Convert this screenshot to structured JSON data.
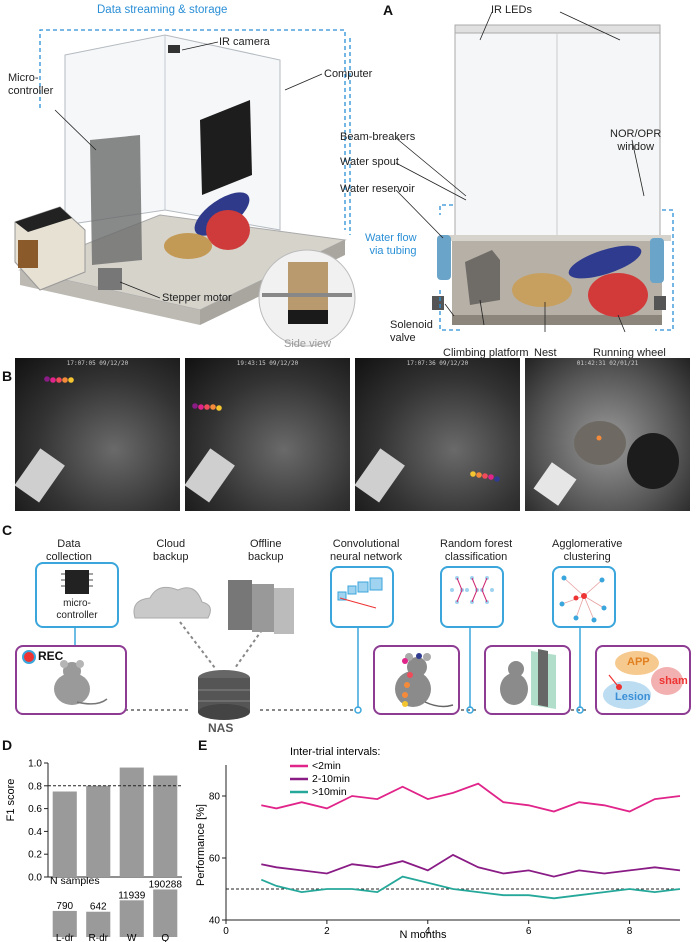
{
  "panel_a": {
    "label": "A",
    "data_streaming": "Data streaming & storage",
    "ir_camera": "IR camera",
    "microcontroller": "Micro-\ncontroller",
    "computer": "Computer",
    "stepper_motor": "Stepper motor",
    "side_view": "Side view",
    "ir_leds": "IR LEDs",
    "beam_breakers": "Beam-breakers",
    "water_spout": "Water spout",
    "water_reservoir": "Water reservoir",
    "water_flow": "Water flow\nvia tubing",
    "nor_opr": "NOR/OPR\nwindow",
    "solenoid": "Solenoid\nvalve",
    "climbing_platform": "Climbing platform",
    "nest": "Nest",
    "running_wheel": "Running wheel"
  },
  "panel_b": {
    "label": "B",
    "timestamps": [
      "17:07:05 09/12/20",
      "19:43:15 09/12/20",
      "17:07:36 09/12/20",
      "01:42:31 02/01/21"
    ]
  },
  "panel_c": {
    "label": "C",
    "data_collection": "Data\ncollection",
    "cloud_backup": "Cloud\nbackup",
    "offline_backup": "Offline\nbackup",
    "cnn": "Convolutional\nneural network",
    "random_forest": "Random forest\nclassification",
    "agglomerative": "Agglomerative\nclustering",
    "micro_controller": "micro-\ncontroller",
    "rec": "REC",
    "nas": "NAS",
    "app": "APP",
    "sham": "sham",
    "lesion": "Lesion"
  },
  "panel_d": {
    "label": "D",
    "ylabel": "F1 score",
    "n_samples_label": "N samples",
    "categories": [
      "L-dr",
      "R-dr",
      "W",
      "Q"
    ],
    "f1": [
      0.75,
      0.8,
      0.96,
      0.89
    ],
    "n_samples": [
      "790",
      "642",
      "11939",
      "190288"
    ],
    "threshold": 0.8,
    "yticks": [
      "0.0",
      "0.2",
      "0.4",
      "0.6",
      "0.8",
      "1.0"
    ],
    "bar_color": "#9a9a9a"
  },
  "panel_e": {
    "label": "E",
    "legend_title": "Inter-trial intervals:",
    "series": [
      {
        "name": "<2min",
        "color": "#e0248a"
      },
      {
        "name": "2-10min",
        "color": "#8a1c86"
      },
      {
        "name": ">10min",
        "color": "#25a89a"
      }
    ],
    "xlabel": "N months",
    "ylabel": "Performance [%]",
    "xticks": [
      "0",
      "2",
      "4",
      "6",
      "8"
    ],
    "yticks": [
      "40",
      "60",
      "80"
    ],
    "chance": 50
  },
  "chart_data": [
    {
      "type": "bar",
      "categories": [
        "L-dr",
        "R-dr",
        "W",
        "Q"
      ],
      "values": [
        0.75,
        0.8,
        0.96,
        0.89
      ],
      "annotations": {
        "N samples": [
          790,
          642,
          11939,
          190288
        ]
      },
      "ylabel": "F1 score",
      "ylim": [
        0,
        1.0
      ],
      "reference_line": 0.8
    },
    {
      "type": "line",
      "xlabel": "N months",
      "ylabel": "Performance [%]",
      "xlim": [
        0,
        9
      ],
      "ylim": [
        40,
        90
      ],
      "reference_line": 50,
      "legend_title": "Inter-trial intervals:",
      "series": [
        {
          "name": "<2min",
          "x": [
            0.7,
            1,
            1.5,
            2,
            2.5,
            3,
            3.5,
            4,
            4.5,
            5,
            5.5,
            6,
            6.5,
            7,
            7.5,
            8,
            8.5,
            9
          ],
          "values": [
            77,
            76,
            78,
            76,
            80,
            79,
            83,
            79,
            81,
            84,
            78,
            77,
            75,
            78,
            77,
            75,
            79,
            80
          ]
        },
        {
          "name": "2-10min",
          "x": [
            0.7,
            1,
            1.5,
            2,
            2.5,
            3,
            3.5,
            4,
            4.5,
            5,
            5.5,
            6,
            6.5,
            7,
            7.5,
            8,
            8.5,
            9
          ],
          "values": [
            58,
            57,
            56,
            55,
            58,
            57,
            59,
            56,
            61,
            57,
            55,
            56,
            54,
            56,
            55,
            56,
            57,
            56
          ]
        },
        {
          "name": ">10min",
          "x": [
            0.7,
            1,
            1.5,
            2,
            2.5,
            3,
            3.5,
            4,
            4.5,
            5,
            5.5,
            6,
            6.5,
            7,
            7.5,
            8,
            8.5,
            9
          ],
          "values": [
            53,
            51,
            49,
            50,
            50,
            49,
            54,
            52,
            50,
            49,
            48,
            48,
            47,
            48,
            49,
            50,
            49,
            50
          ]
        }
      ]
    }
  ]
}
